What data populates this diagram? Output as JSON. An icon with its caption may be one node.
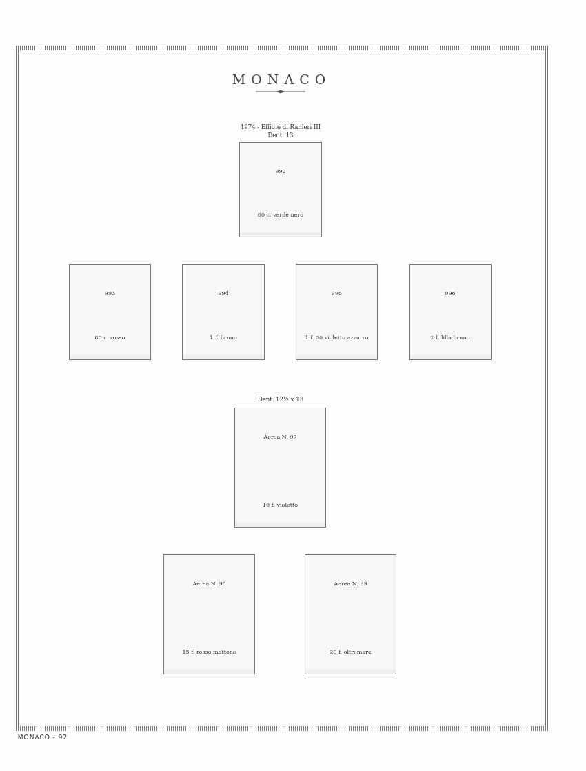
{
  "diagram": {
    "title": "MONACO",
    "nodes": [
      {
        "text": [
          "992",
          "60 c. verde nero"
        ]
      },
      {
        "text": [
          "993",
          "80 c. rosso"
        ]
      },
      {
        "text": [
          "994",
          "1 f. bruno"
        ]
      },
      {
        "text": [
          "995",
          "1 f. 20 violetto azzurro"
        ]
      },
      {
        "text": [
          "996",
          "2 f. lilla bruno"
        ]
      },
      {
        "text": [
          "Aerea N. 97",
          "10 f. violetto"
        ]
      },
      {
        "text": [
          "Aerea N. 98",
          "15 f. rosso mattone"
        ]
      },
      {
        "text": [
          "Aerea N. 99",
          "20 f. oltremare"
        ]
      }
    ],
    "edges": [],
    "labels": [
      "1974 - Effigie di Ranieri III",
      "Dent. 13",
      "Dent. 12½ x 13",
      "MONACO - 92"
    ]
  }
}
